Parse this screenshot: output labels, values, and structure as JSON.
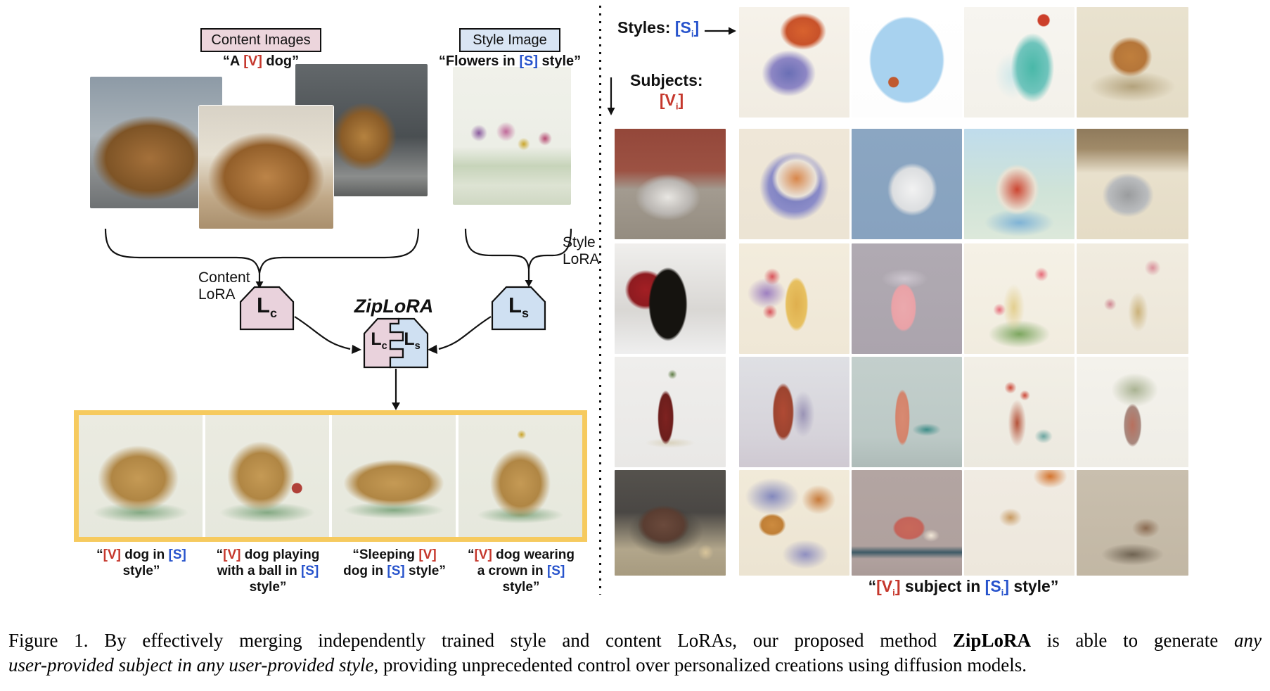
{
  "palette": {
    "red": "#c5372c",
    "blue": "#2753cc",
    "pink": "#ecd5dc",
    "light_blue": "#d9e5f4",
    "tag_pink": "#e9d2dc",
    "tag_blue": "#cfe0f2",
    "yellow": "#f6ca5e",
    "black": "#111111"
  },
  "left_panel": {
    "content_label": "Content Images",
    "style_label": "Style Image",
    "content_prompt": [
      {
        "t": "“A "
      },
      {
        "t": "[V]",
        "c": "red"
      },
      {
        "t": " dog”"
      }
    ],
    "style_prompt": [
      {
        "t": "“Flowers in "
      },
      {
        "t": "[S]",
        "c": "blue"
      },
      {
        "t": " style”"
      }
    ],
    "content_lora": {
      "line1": "Content",
      "line2": "LoRA"
    },
    "style_lora": {
      "line1": "Style",
      "line2": "LoRA"
    },
    "lc": {
      "main": "L",
      "sub": "c"
    },
    "ls": {
      "main": "L",
      "sub": "s"
    },
    "ziplora_label": "ZipLoRA",
    "merged": {
      "left": {
        "main": "L",
        "sub": "c"
      },
      "right": {
        "main": "L",
        "sub": "s"
      }
    },
    "photos": {
      "dog1": {
        "desc": "photo of a chow chow dog lying on stone pavement",
        "bg": "radial-gradient(ellipse 60% 45% at 45% 62%, #a4703a 0%, #7e5426 55%, rgba(0,0,0,0) 72%), linear-gradient(180deg, #8d9aa6 0%, #aab3b9 45%, #8c8f90 70%, #6e7173 100%)"
      },
      "dog2": {
        "desc": "close-up photo of a fluffy chow chow facing the camera",
        "bg": "radial-gradient(ellipse 62% 52% at 50% 58%, #bc8448 0%, #935f2a 50%, rgba(0,0,0,0) 70%), linear-gradient(180deg, #d8d2c6 0%, #e6e0d2 40%, #c0a887 75%, #a98f6d 100%)"
      },
      "dog3": {
        "desc": "photo of a chow chow walking on a dark forest path",
        "bg": "radial-gradient(ellipse 38% 40% at 52% 55%, #b5823f 0%, #8a5c28 45%, rgba(0,0,0,0) 65%), linear-gradient(180deg, #63686b 0%, #4a4f52 55%, #8b8d8c 85%, #5d5f5e 100%)"
      },
      "style": {
        "desc": "child-like watercolor painting of flowers and grass",
        "bg": "radial-gradient(circle 12px at 22% 48%, #8a5a9e 0%, rgba(0,0,0,0) 100%), radial-gradient(circle 14px at 45% 47%, #c06a9a 0%, rgba(0,0,0,0) 100%), radial-gradient(circle 9px at 60% 56%, #c9a52a 0%, rgba(0,0,0,0) 100%), radial-gradient(circle 10px at 78% 52%, #b64a72 0%, rgba(0,0,0,0) 100%), linear-gradient(180deg, #f0f1ea 0%, #eceee6 58%, #c7d4ba 72%, #dde3d3 86%, #cfd8c3 100%)"
      }
    },
    "outputs": [
      {
        "desc": "watercolor chow chow standing on green grass patch",
        "bg": "radial-gradient(ellipse 48% 40% at 48% 52%, #c59a55 0%, #b08644 45%, rgba(0,0,0,0) 68%), radial-gradient(ellipse 55% 12% at 50% 80%, #84a983 0%, rgba(0,0,0,0) 70%), linear-gradient(180deg, #ebebe1 0%, #e6e8dd 100%)"
      },
      {
        "desc": "watercolor chow chow playing with a red ball",
        "bg": "radial-gradient(circle 10px at 74% 60%, #b04038 0%, #b04038 70%, rgba(0,0,0,0) 78%), radial-gradient(ellipse 40% 42% at 45% 50%, #c59a55 0%, #b08644 45%, rgba(0,0,0,0) 68%), radial-gradient(ellipse 55% 12% at 50% 80%, #84a983 0%, rgba(0,0,0,0) 70%), linear-gradient(180deg, #ebebe1 0%, #e6e8dd 100%)"
      },
      {
        "desc": "watercolor sleeping chow chow lying down",
        "bg": "radial-gradient(ellipse 58% 28% at 50% 56%, #c59a55 0%, #b08644 50%, rgba(0,0,0,0) 70%), radial-gradient(ellipse 58% 10% at 50% 78%, #84a983 0%, rgba(0,0,0,0) 70%), linear-gradient(180deg, #ebebe1 0%, #e6e8dd 100%)"
      },
      {
        "desc": "watercolor chow chow wearing a golden crown",
        "bg": "radial-gradient(circle 8px at 51% 16%, #c9a227 0%, rgba(0,0,0,0) 85%), radial-gradient(ellipse 36% 42% at 50% 56%, #c59a55 0%, #b08644 45%, rgba(0,0,0,0) 68%), radial-gradient(ellipse 50% 10% at 50% 82%, #84a983 0%, rgba(0,0,0,0) 70%), linear-gradient(180deg, #ebebe1 0%, #e6e8dd 100%)"
      }
    ],
    "captions": [
      {
        "lines": [
          [
            {
              "t": "“"
            },
            {
              "t": "[V]",
              "c": "red"
            },
            {
              "t": " dog in "
            },
            {
              "t": "[S]",
              "c": "blue"
            }
          ],
          [
            {
              "t": "style”"
            }
          ]
        ]
      },
      {
        "lines": [
          [
            {
              "t": "“"
            },
            {
              "t": "[V]",
              "c": "red"
            },
            {
              "t": " dog playing"
            }
          ],
          [
            {
              "t": "with a ball in "
            },
            {
              "t": "[S]",
              "c": "blue"
            }
          ],
          [
            {
              "t": "style”"
            }
          ]
        ]
      },
      {
        "lines": [
          [
            {
              "t": "“Sleeping "
            },
            {
              "t": "[V]",
              "c": "red"
            }
          ],
          [
            {
              "t": "dog in "
            },
            {
              "t": "[S]",
              "c": "blue"
            },
            {
              "t": " style”"
            }
          ]
        ]
      },
      {
        "lines": [
          [
            {
              "t": "“"
            },
            {
              "t": "[V]",
              "c": "red"
            },
            {
              "t": " dog wearing"
            }
          ],
          [
            {
              "t": "a crown in "
            },
            {
              "t": "[S]",
              "c": "blue"
            }
          ],
          [
            {
              "t": "style”"
            }
          ]
        ]
      }
    ]
  },
  "right_panel": {
    "styles_header": [
      {
        "t": "Styles: "
      },
      {
        "t": "[S",
        "c": "blue"
      },
      {
        "t": "i",
        "c": "blue",
        "sub": true
      },
      {
        "t": "]",
        "c": "blue"
      }
    ],
    "subjects_label": "Subjects:",
    "subjects_token": [
      {
        "t": "[V",
        "c": "red"
      },
      {
        "t": "i",
        "c": "red",
        "sub": true
      },
      {
        "t": "]",
        "c": "red"
      }
    ],
    "style_images": [
      {
        "desc": "watercolor painting of a cat with orange head and purple-blue chest",
        "bg": "radial-gradient(ellipse 30% 24% at 58% 22%, #d8622e 0%, #c8522a 50%, rgba(0,0,0,0) 70%), radial-gradient(ellipse 35% 30% at 45% 60%, #6a6fb5 0%, #8d86c4 45%, rgba(0,0,0,0) 70%), linear-gradient(180deg, #f6f2ea 0%, #f1ece2 100%)"
      },
      {
        "desc": "flat illustration of a woman walking a dog inside a blue arch",
        "bg": "radial-gradient(circle 10px at 38% 68%, #c05a30 0%, #c05a30 70%, rgba(0,0,0,0) 80%), radial-gradient(ellipse 38% 44% at 50% 48%, #a8d2ef 0%, #a8d2ef 85%, rgba(0,0,0,0) 90%), linear-gradient(180deg, #ffffff 0%, #fdfdfd 100%)"
      },
      {
        "desc": "illustration of a girl with long teal hair, red flower, holding galaxy owl",
        "bg": "radial-gradient(circle 13px at 72% 12%, #cc3f2a 0%, #cc3f2a 60%, rgba(0,0,0,0) 72%), radial-gradient(ellipse 28% 45% at 62% 55%, #49b8a8 0%, #6fc4bc 50%, rgba(0,0,0,0) 70%), radial-gradient(ellipse 22% 28% at 44% 62%, #cfe8ea 0%, rgba(0,0,0,0) 75%), linear-gradient(180deg, #f7f5f0 0%, #f3f1ea 100%)"
      },
      {
        "desc": "vintage watercolor of a fox standing in grass",
        "bg": "radial-gradient(ellipse 28% 26% at 48% 45%, #c07f3c 0%, #b5763a 50%, rgba(0,0,0,0) 70%), radial-gradient(ellipse 55% 20% at 50% 72%, #b3a27c 0%, rgba(0,0,0,0) 70%), linear-gradient(180deg, #e9e2cf 0%, #e4dcc6 100%)"
      }
    ],
    "rows": [
      {
        "subject": {
          "desc": "photo of gray husky plush toy in front of a brick wall",
          "bg": "radial-gradient(ellipse 42% 30% at 48% 62%, #e8e6e2 0%, #b9b5b1 50%, rgba(0,0,0,0) 70%), linear-gradient(180deg, #94473a 0%, #9c5243 38%, #a39b90 55%, #948c80 100%)"
        },
        "generated": [
          {
            "desc": "watercolor husky plush on purple-blue patch",
            "bg": "radial-gradient(ellipse 32% 30% at 52% 45%, #d8864a 0%, #e9e2d8 55%, rgba(0,0,0,0) 70%), radial-gradient(ellipse 42% 42% at 50% 52%, #6e74b8 0%, #8b8cc8 55%, rgba(0,0,0,0) 75%), linear-gradient(180deg, #efe7d8 0%, #ece4d4 100%)"
          },
          {
            "desc": "flat illustration white puppy with red collar on blue background",
            "bg": "radial-gradient(ellipse 30% 32% at 55% 55%, #f2f2f2 0%, #dcdee0 60%, rgba(0,0,0,0) 75%), linear-gradient(180deg, #8ba6c2 0%, #87a2bf 100%)"
          },
          {
            "desc": "cartoon red fox plush with blue bow in a park",
            "bg": "radial-gradient(ellipse 28% 32% at 48% 55%, #cc4632 0%, #e8e2d4 60%, rgba(0,0,0,0) 72%), radial-gradient(ellipse 45% 18% at 50% 85%, #7fb3d6 0%, rgba(0,0,0,0) 70%), linear-gradient(180deg, #bfdcec 0%, #cfe3d8 55%, #dce8da 100%)"
          },
          {
            "desc": "vintage watercolor husky plush with red ribbon by a wooden fence",
            "bg": "radial-gradient(ellipse 32% 28% at 46% 60%, #9a9c9e 0%, #babcbe 55%, rgba(0,0,0,0) 72%), linear-gradient(180deg, #8f7a5c 0%, #a08a68 18%, #e8e0cc 40%, #e5dcc6 100%)"
          }
        ]
      },
      {
        "subject": {
          "desc": "photo of black Coco Noir Chanel perfume bottle with red flower",
          "bg": "radial-gradient(ellipse 20% 38% at 48% 55%, #15130f 0%, #15130f 80%, rgba(0,0,0,0) 88%), radial-gradient(ellipse 25% 24% at 28% 42%, #a31f24 0%, #8e1b20 60%, rgba(0,0,0,0) 75%), linear-gradient(180deg, #f0efed 0%, #d9d7d4 60%, #efefef 100%)"
        },
        "generated": [
          {
            "desc": "watercolor amber perfume bottle with red poppies and purple accents",
            "bg": "radial-gradient(circle 16px at 30% 30%, #d8535a 0%, rgba(0,0,0,0) 75%), radial-gradient(circle 14px at 28% 62%, #d8535a 0%, rgba(0,0,0,0) 75%), radial-gradient(ellipse 13% 30% at 52% 55%, #dfaf4e 0%, #e7c060 70%, rgba(0,0,0,0) 82%), radial-gradient(ellipse 25% 20% at 25% 45%, #9d7fc0 0%, rgba(0,0,0,0) 70%), linear-gradient(180deg, #f3ecdd 0%, #efe7d6 100%)"
          },
          {
            "desc": "flat pink perfume bottle with black cap and smoke swirl",
            "bg": "radial-gradient(ellipse 14% 26% at 47% 58%, #eba9ad 0%, #e9a2a7 75%, rgba(0,0,0,0) 84%), radial-gradient(ellipse 28% 12% at 48% 32%, #cdc6cf 0%, rgba(0,0,0,0) 75%), linear-gradient(180deg, #b0aab2 0%, #aba4ad 100%)"
          },
          {
            "desc": "watercolor pale yellow bottle among pink tulips and stems",
            "bg": "radial-gradient(circle 14px at 70% 28%, #e66a78 0%, rgba(0,0,0,0) 72%), radial-gradient(circle 12px at 32% 60%, #e66a78 0%, rgba(0,0,0,0) 75%), radial-gradient(ellipse 12% 26% at 45% 58%, #e3cf8f 0%, rgba(0,0,0,0) 82%), radial-gradient(ellipse 40% 18% at 50% 82%, #7ca65f 0%, rgba(0,0,0,0) 70%), linear-gradient(180deg, #f5f1e6 0%, #f1ecdf 100%)"
          },
          {
            "desc": "vintage watercolor perfume bottle with pink roses",
            "bg": "radial-gradient(circle 16px at 68% 22%, #d98f9a 0%, rgba(0,0,0,0) 72%), radial-gradient(circle 12px at 30% 55%, #cf8691 0%, rgba(0,0,0,0) 75%), radial-gradient(ellipse 11% 22% at 55% 62%, #cbb27a 0%, rgba(0,0,0,0) 82%), linear-gradient(180deg, #f1ece0 0%, #ece6d8 100%)"
          }
        ]
      },
      {
        "subject": {
          "desc": "photo of slender dark red vase with green sprig on books",
          "bg": "radial-gradient(circle 8px at 52% 16%, #5c7a42 0%, rgba(0,0,0,0) 85%), radial-gradient(ellipse 9% 30% at 46% 55%, #7e2220 0%, #6c1e1c 70%, rgba(0,0,0,0) 82%), radial-gradient(ellipse 30% 6% at 50% 78%, #d9d2bd 0%, rgba(0,0,0,0) 75%), linear-gradient(180deg, #efeeec 0%, #e9e8e6 100%)"
        },
        "generated": [
          {
            "desc": "watercolor red vase with purple shadow",
            "bg": "radial-gradient(ellipse 12% 32% at 40% 50%, #b04a34 0%, #9c4430 70%, rgba(0,0,0,0) 82%), radial-gradient(ellipse 14% 28% at 58% 52%, #9a93b5 0%, rgba(0,0,0,0) 75%), linear-gradient(180deg, #dfe0e4 0%, #d6d3da 70%, #cfc9d2 100%)"
          },
          {
            "desc": "flat coral vase with tiny flowers and teal bowl",
            "bg": "radial-gradient(ellipse 8% 30% at 46% 55%, #d88a72 0%, #d4846c 75%, rgba(0,0,0,0) 85%), radial-gradient(ellipse 16% 7% at 68% 66%, #3d8d88 0%, rgba(0,0,0,0) 82%), linear-gradient(180deg, #c3cfcc 0%, #bcc9c6 72%, #aebbb8 100%)"
          },
          {
            "desc": "watercolor vase with red poppies and teal cup",
            "bg": "radial-gradient(circle 12px at 42% 28%, #cc4636 0%, rgba(0,0,0,0) 72%), radial-gradient(circle 10px at 55% 35%, #cc4636 0%, rgba(0,0,0,0) 75%), radial-gradient(ellipse 10% 26% at 48% 60%, #b5533a 0%, rgba(0,0,0,0) 82%), radial-gradient(ellipse 10% 8% at 72% 72%, #6aa5a0 0%, rgba(0,0,0,0) 82%), linear-gradient(180deg, #f2efe6 0%, #ece9df 100%)"
          },
          {
            "desc": "watercolor vase with dried wildflowers",
            "bg": "radial-gradient(ellipse 10% 24% at 50% 62%, #b8705e 0%, #a8887e 70%, rgba(0,0,0,0) 82%), radial-gradient(ellipse 30% 22% at 52% 30%, #aab393 0%, rgba(0,0,0,0) 70%), linear-gradient(180deg, #f4f2ec 0%, #efede6 100%)"
          }
        ]
      },
      {
        "subject": {
          "desc": "photo of brown clay teapot on dark tray with straw mat and tea cup",
          "bg": "radial-gradient(ellipse 30% 24% at 44% 52%, #6b4a3c 0%, #5a3d31 60%, rgba(0,0,0,0) 78%), radial-gradient(ellipse 42% 30% at 46% 58%, #2e2b28 0%, rgba(0,0,0,0) 80%), radial-gradient(circle 14px at 82% 78%, #d8c49a 0%, rgba(0,0,0,0) 80%), linear-gradient(180deg, #55524d 0%, #4a4744 40%, #b2a68b 75%, #a79b80 100%)"
        },
        "generated": [
          {
            "desc": "watercolor amber teapot with pastry and purple clouds",
            "bg": "radial-gradient(ellipse 16% 14% at 30% 52%, #cd8b3f 0%, #c07f36 60%, rgba(0,0,0,0) 78%), radial-gradient(ellipse 22% 20% at 72% 28%, #c77a3a 0%, rgba(0,0,0,0) 70%), radial-gradient(ellipse 35% 25% at 30% 25%, #8388bd 0%, rgba(0,0,0,0) 70%), radial-gradient(ellipse 30% 20% at 60% 80%, #8f8fc0 0%, rgba(0,0,0,0) 70%), linear-gradient(180deg, #f1ead9 0%, #ece4d2 100%)"
          },
          {
            "desc": "flat coral teapot on teal bench with steaming cup",
            "bg": "radial-gradient(ellipse 18% 14% at 52% 55%, #c8695a 0%, #c4645a 70%, rgba(0,0,0,0) 82%), radial-gradient(ellipse 9% 7% at 72% 62%, #f2e8d8 0%, rgba(0,0,0,0) 85%), linear-gradient(180deg, #b3a5a2 0%, #b0a19e 72%, #3e5a66 78%, #b0a19e 84%, #aa9b98 100%)"
          },
          {
            "desc": "minimal watercolor teapot with saucer and orange wisp",
            "bg": "radial-gradient(ellipse 22% 16% at 78% 6%, #d4742e 0%, rgba(0,0,0,0) 70%), radial-gradient(ellipse 13% 11% at 42% 45%, #c89a62 0%, rgba(0,0,0,0) 80%), linear-gradient(180deg, #f0ebe2 0%, #ede7dc 100%)"
          },
          {
            "desc": "sepia watercolor tea set on a shelf with plants",
            "bg": "radial-gradient(ellipse 16% 12% at 62% 55%, #8a6a50 0%, rgba(0,0,0,0) 78%), radial-gradient(ellipse 40% 15% at 50% 80%, #6f6352 0%, rgba(0,0,0,0) 70%), linear-gradient(180deg, #c9bfae 0%, #c2b7a4 100%)"
          }
        ]
      }
    ],
    "caption": [
      {
        "t": "“"
      },
      {
        "t": "[V",
        "c": "red"
      },
      {
        "t": "i",
        "c": "red",
        "sub": true
      },
      {
        "t": "]",
        "c": "red"
      },
      {
        "t": " subject in "
      },
      {
        "t": "[S",
        "c": "blue"
      },
      {
        "t": "i",
        "c": "blue",
        "sub": true
      },
      {
        "t": "]",
        "c": "blue"
      },
      {
        "t": " style”"
      }
    ]
  },
  "figure_caption": {
    "line1": [
      {
        "t": "Figure 1. By effectively merging independently trained style and content LoRAs, our proposed method "
      },
      {
        "t": "ZipLoRA",
        "b": true
      },
      {
        "t": " is able to generate "
      },
      {
        "t": "any",
        "i": true
      }
    ],
    "line2": [
      {
        "t": "user-provided subject in any user-provided style",
        "i": true
      },
      {
        "t": ", providing unprecedented control over personalized creations using diffusion models."
      }
    ]
  }
}
